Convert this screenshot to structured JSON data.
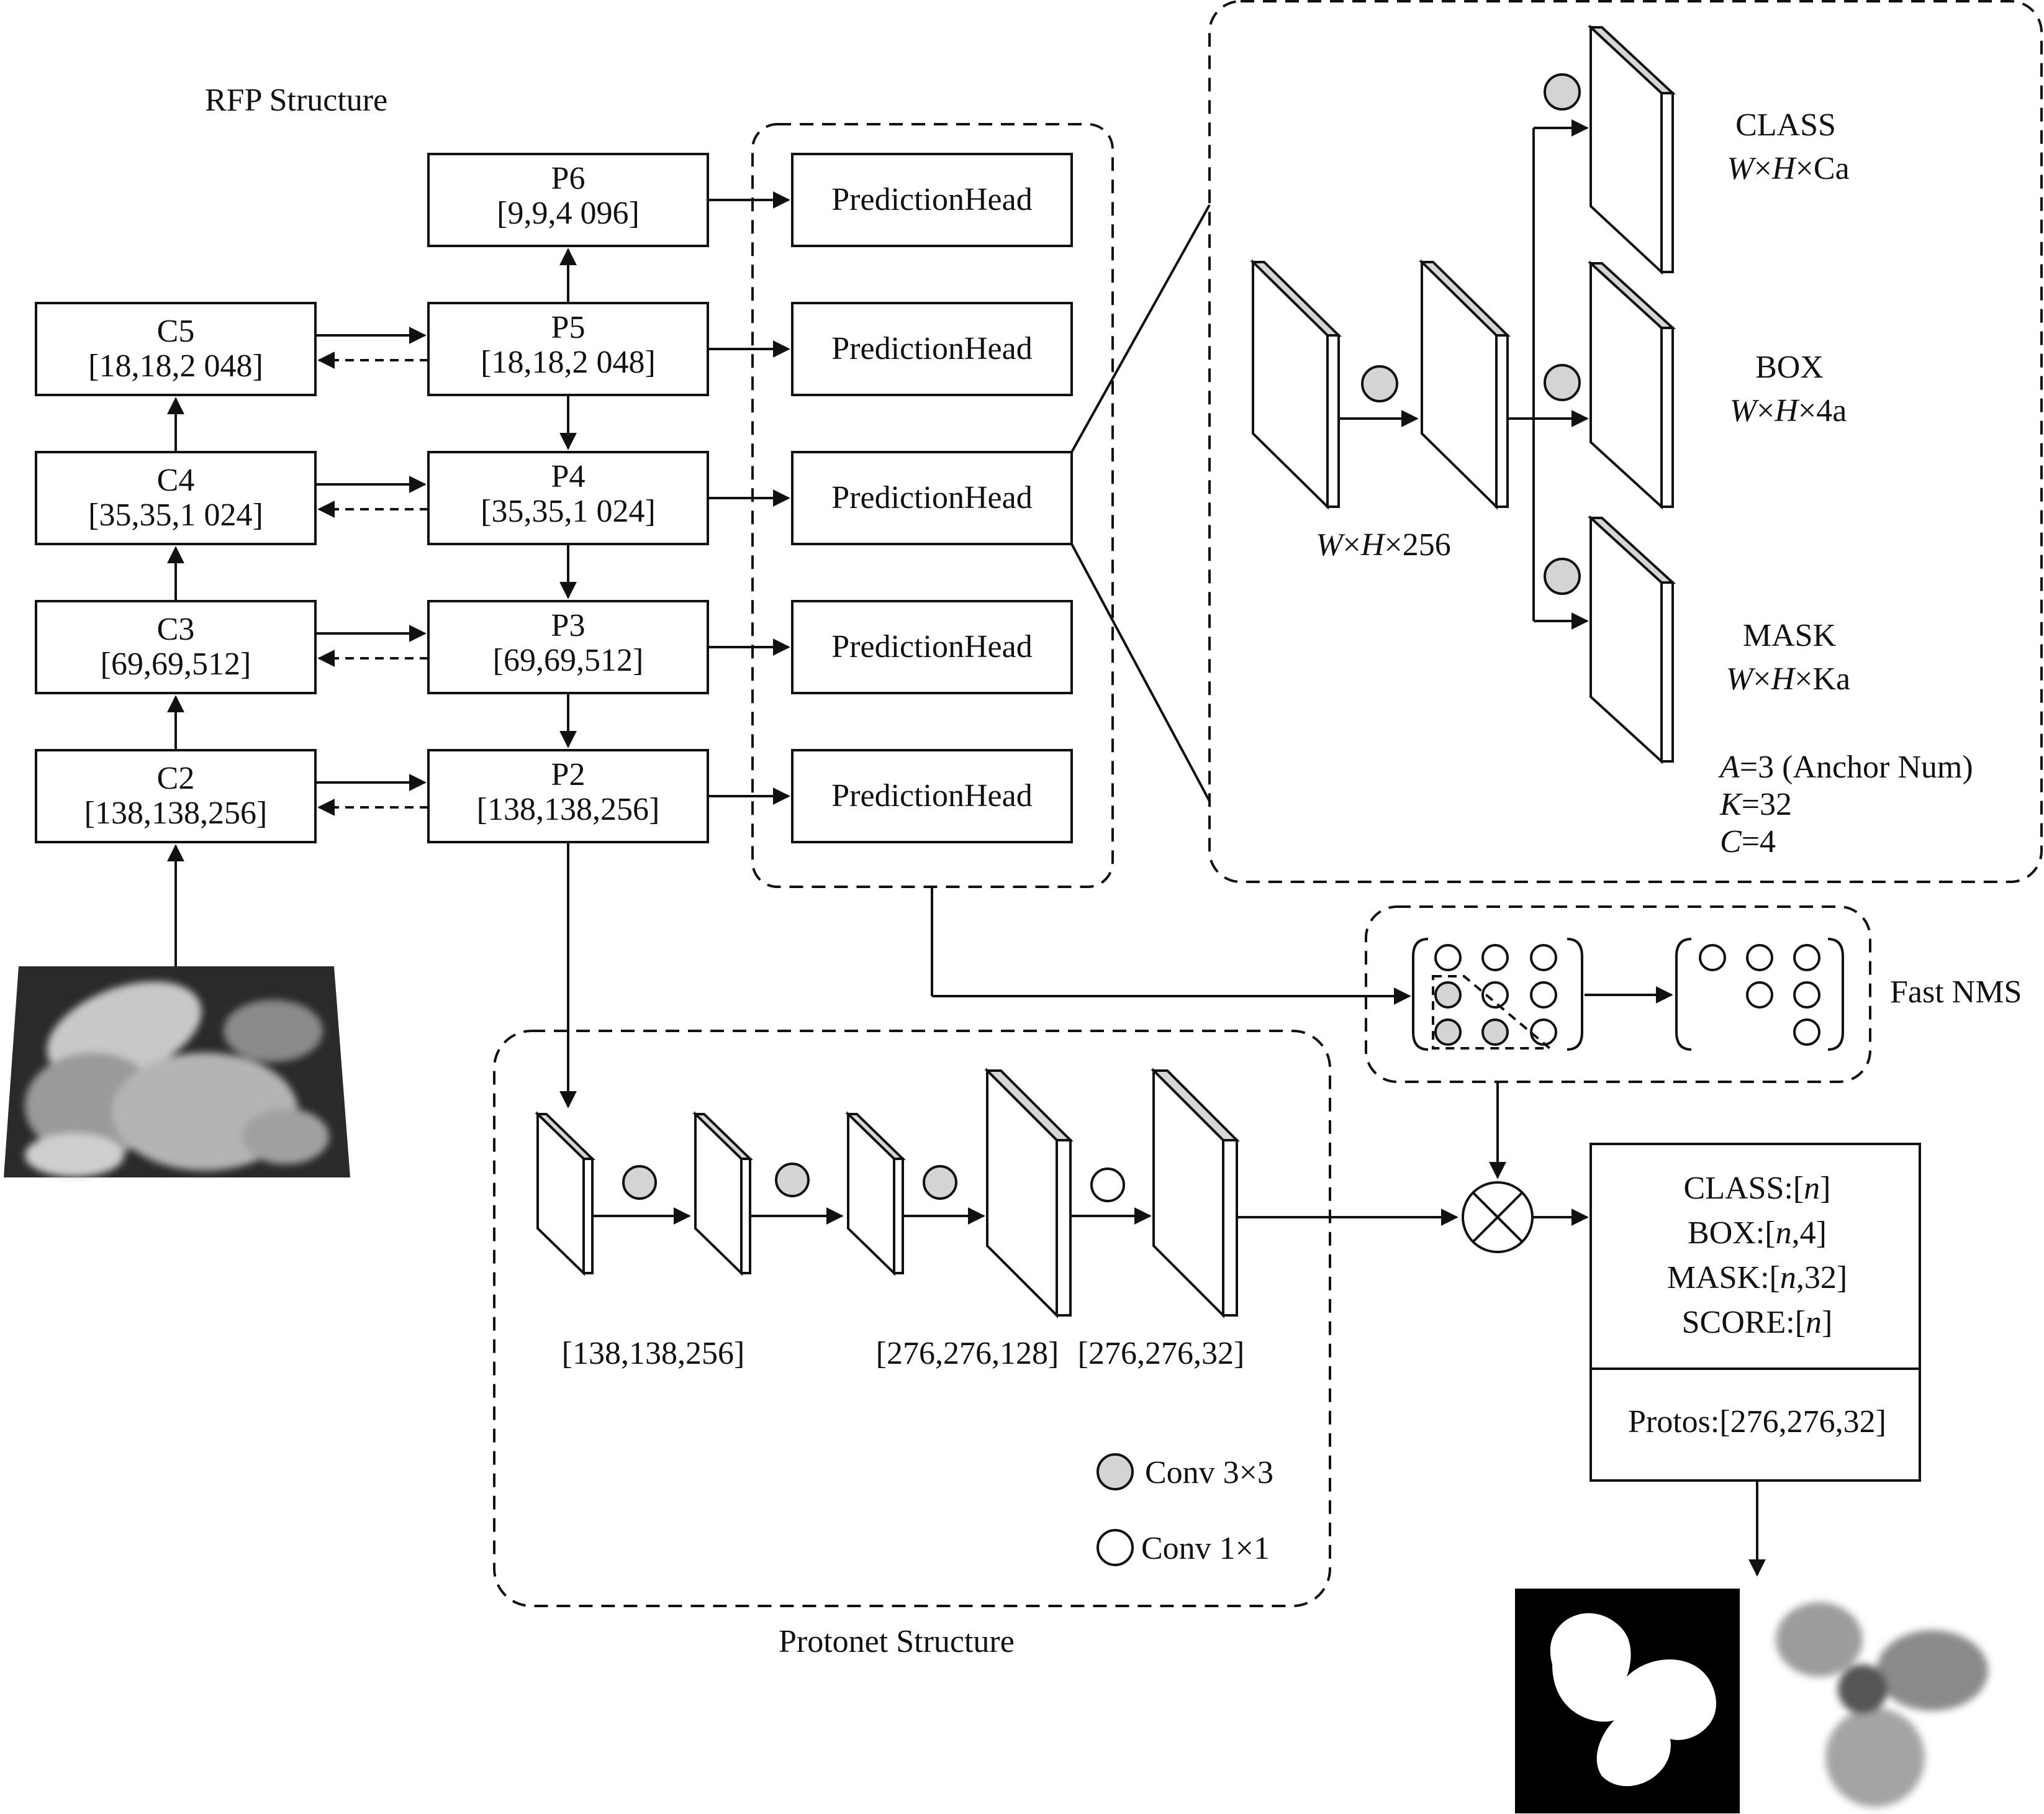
{
  "titles": {
    "rfp": "RFP Structure",
    "protonet": "Protonet Structure",
    "fast_nms": "Fast NMS"
  },
  "backbone": [
    {
      "name": "C5",
      "shape": "[18,18,2 048]"
    },
    {
      "name": "C4",
      "shape": "[35,35,1 024]"
    },
    {
      "name": "C3",
      "shape": "[69,69,512]"
    },
    {
      "name": "C2",
      "shape": "[138,138,256]"
    }
  ],
  "pyramid": [
    {
      "name": "P6",
      "shape": "[9,9,4 096]"
    },
    {
      "name": "P5",
      "shape": "[18,18,2 048]"
    },
    {
      "name": "P4",
      "shape": "[35,35,1 024]"
    },
    {
      "name": "P3",
      "shape": "[69,69,512]"
    },
    {
      "name": "P2",
      "shape": "[138,138,256]"
    }
  ],
  "prediction_head_label": "PredictionHead",
  "head_detail": {
    "input_dim": {
      "w": "W",
      "x1": "×",
      "h": "H",
      "x2": "×256"
    },
    "outputs": [
      {
        "name": "CLASS",
        "dim_w": "W",
        "dim_x": "×",
        "dim_h": "H",
        "dim_rest": "×Ca"
      },
      {
        "name": "BOX",
        "dim_w": "W",
        "dim_x": "×",
        "dim_h": "H",
        "dim_rest": "×4a"
      },
      {
        "name": "MASK",
        "dim_w": "W",
        "dim_x": "×",
        "dim_h": "H",
        "dim_rest": "×Ka"
      }
    ],
    "params": [
      {
        "var": "A",
        "rest": "=3 (Anchor Num)"
      },
      {
        "var": "K",
        "rest": "=32"
      },
      {
        "var": "C",
        "rest": "=4"
      }
    ]
  },
  "protonet_dims": [
    "[138,138,256]",
    "[276,276,128]",
    "[276,276,32]"
  ],
  "legend": [
    {
      "label": "Conv 3×3",
      "style": "filled-grey-circle"
    },
    {
      "label": "Conv 1×1",
      "style": "open-circle"
    }
  ],
  "result": {
    "lines": [
      {
        "pre": "CLASS:[",
        "var": "n",
        "post": "]"
      },
      {
        "pre": "BOX:[",
        "var": "n",
        "post": ",4]"
      },
      {
        "pre": "MASK:[",
        "var": "n",
        "post": ",32]"
      },
      {
        "pre": "SCORE:[",
        "var": "n",
        "post": "]"
      }
    ],
    "protos": "Protos:[276,276,32]"
  },
  "colors": {
    "conv3x3": "#d4d4d4",
    "stroke": "#111111",
    "background": "#ffffff"
  }
}
